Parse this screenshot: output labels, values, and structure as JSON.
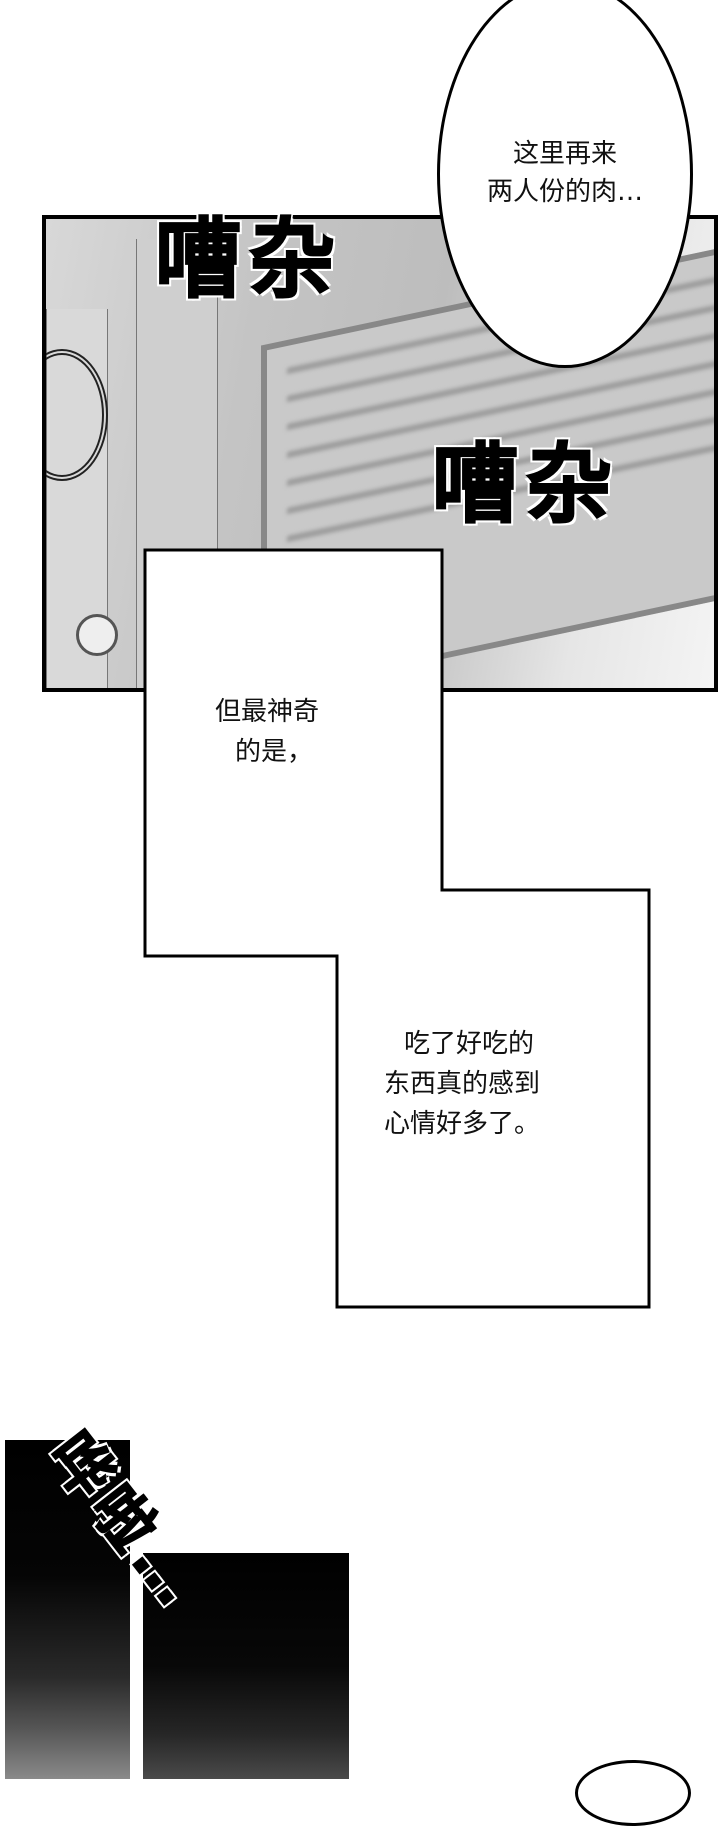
{
  "panel1": {
    "sfx_top": "嘈杂",
    "sfx_bottom": "嘈杂",
    "speech_bubble": "这里再来两人份的肉…",
    "speech_lines": [
      "这里再来",
      "两人份的肉…"
    ]
  },
  "narration_box": {
    "line_group_1": [
      "但最神奇",
      "的是，"
    ],
    "line_group_2": [
      "吃了好吃的",
      "东西真的感到",
      "心情好多了。"
    ]
  },
  "bottom": {
    "sfx": "哗啦…"
  }
}
